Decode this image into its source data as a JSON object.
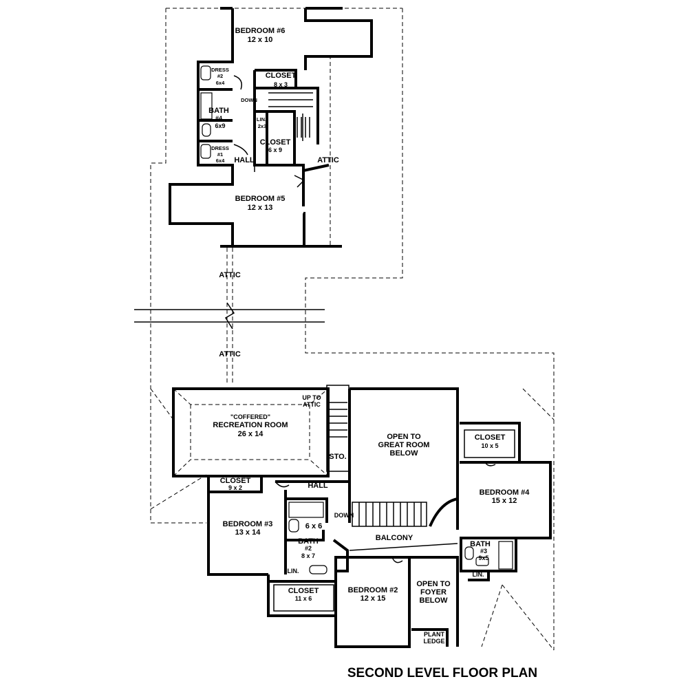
{
  "title": "SECOND LEVEL FLOOR PLAN",
  "rooms": {
    "bedroom6": {
      "name": "BEDROOM #6",
      "size": "12 x 10"
    },
    "closet_upper": {
      "name": "CLOSET",
      "size": "8 x 3"
    },
    "dress2": {
      "name": "DRESS",
      "num": "#2",
      "size": "6x4"
    },
    "down_upper": {
      "name": "DOWN"
    },
    "bath4": {
      "name": "BATH",
      "num": "#4",
      "size": "6x9"
    },
    "lin_upper": {
      "name": "LIN.",
      "size": "2x3"
    },
    "closet_6x9": {
      "name": "CLOSET",
      "size": "6 x 9"
    },
    "dress1": {
      "name": "DRESS",
      "num": "#1",
      "size": "6x4"
    },
    "hall_upper": {
      "name": "HALL"
    },
    "attic_right": {
      "name": "ATTIC"
    },
    "bedroom5": {
      "name": "BEDROOM #5",
      "size": "12 x 13"
    },
    "attic_mid1": {
      "name": "ATTIC"
    },
    "attic_mid2": {
      "name": "ATTIC"
    },
    "up_to_attic": {
      "line1": "UP TO",
      "line2": "ATTIC"
    },
    "recreation": {
      "line1": "\"COFFERED\"",
      "line2": "RECREATION ROOM",
      "size": "26 x 14"
    },
    "sto": {
      "name": "STO."
    },
    "great_room": {
      "line1": "OPEN TO",
      "line2": "GREAT ROOM",
      "line3": "BELOW"
    },
    "closet_10x5": {
      "name": "CLOSET",
      "size": "10 x 5"
    },
    "closet_9x2": {
      "name": "CLOSET",
      "size": "9 x 2"
    },
    "hall_lower": {
      "name": "HALL"
    },
    "bedroom4": {
      "name": "BEDROOM #4",
      "size": "15 x 12"
    },
    "bedroom3": {
      "name": "BEDROOM #3",
      "size": "13 x 14"
    },
    "down_lower": {
      "name": "DOWN"
    },
    "wic_6x6": {
      "size": "6 x 6"
    },
    "bath2": {
      "name": "BATH",
      "num": "#2",
      "size": "8 x 7"
    },
    "balcony": {
      "name": "BALCONY"
    },
    "bath3": {
      "name": "BATH",
      "num": "#3",
      "size": "9x5"
    },
    "lin_bath2": {
      "name": "LIN."
    },
    "lin_bath3": {
      "name": "LIN."
    },
    "closet_11x6": {
      "name": "CLOSET",
      "size": "11 x 6"
    },
    "bedroom2": {
      "name": "BEDROOM #2",
      "size": "12 x 15"
    },
    "foyer": {
      "line1": "OPEN TO",
      "line2": "FOYER",
      "line3": "BELOW"
    },
    "plant_ledge": {
      "line1": "PLANT",
      "line2": "LEDGE"
    }
  }
}
